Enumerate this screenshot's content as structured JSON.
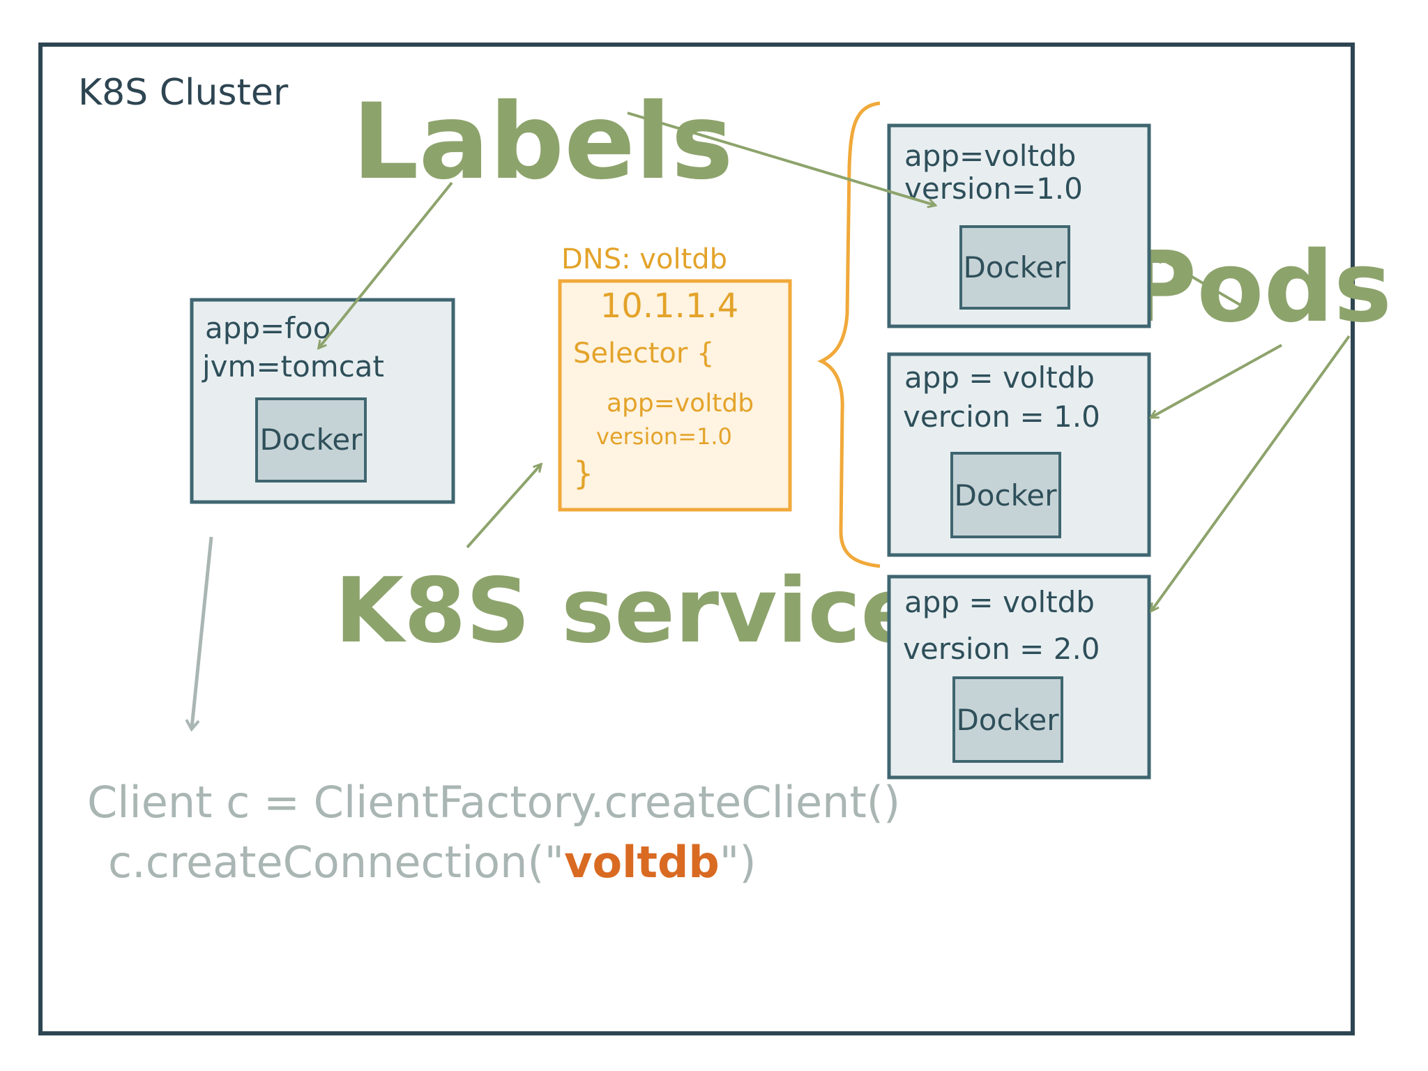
{
  "cluster": {
    "title": "K8S Cluster"
  },
  "labels_heading": "Labels",
  "pods_heading": "Pods",
  "service_heading": "K8S service",
  "foo_pod": {
    "line1": "app=foo",
    "line2": "jvm=tomcat",
    "container": "Docker"
  },
  "service": {
    "dns": "DNS: voltdb",
    "ip": "10.1.1.4",
    "selector_open": "Selector {",
    "selector_line1": "app=voltdb",
    "selector_line2": "version=1.0",
    "selector_close": "}"
  },
  "voltdb_pods": [
    {
      "line1": "app=voltdb",
      "line2": "version=1.0",
      "container": "Docker"
    },
    {
      "line1": "app = voltdb",
      "line2": "vercion = 1.0",
      "container": "Docker"
    },
    {
      "line1": "app = voltdb",
      "line2": "version = 2.0",
      "container": "Docker"
    }
  ],
  "client_code": {
    "line1": "Client  c = ClientFactory.createClient()",
    "line2_prefix": "c.createConnection(\"",
    "line2_accent": "voltdb",
    "line2_suffix": "\")"
  },
  "colors": {
    "border": "#2e4552",
    "pod_fill": "#e8eef0",
    "pod_stroke": "#3f6670",
    "docker_fill": "#c6d3d6",
    "green": "#8da36c",
    "service_orange": "#f0a93a",
    "service_fill": "#fff3e1",
    "client_gray": "#a9b6b3",
    "client_accent": "#d96a22"
  }
}
